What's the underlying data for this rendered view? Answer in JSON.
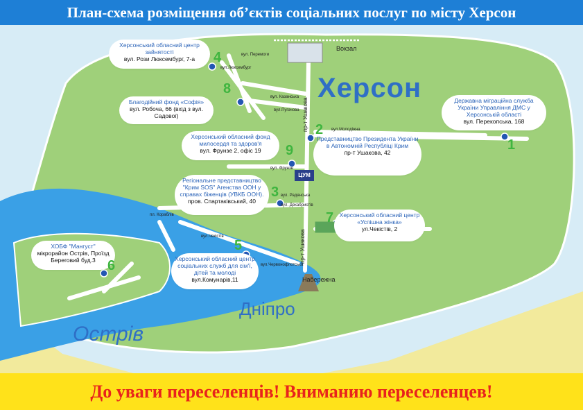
{
  "header": {
    "title": "План-схема розміщення об’єктів соціальних послуг по місту Херсон"
  },
  "footer": {
    "notice": "До уваги переселенців! Вниманию переселенцев!"
  },
  "labels": {
    "city": "Херсон",
    "river": "Дніпро",
    "island": "Острів",
    "station": "Вокзал",
    "embankment": "Набережна",
    "tsum": "ЦУМ",
    "avenue": "пр-т Ушакова"
  },
  "streets": [
    "вул. Перемоги",
    "вул.Люксембург",
    "вул. Казанська",
    "вул.Пугачова",
    "вул.Молодіжна",
    "вул. Фрунзе",
    "вул. Радянська",
    "вул. Декабристів",
    "пл. Кораблів",
    "вул.Чекістів",
    "вул.Червонофлотська"
  ],
  "objects": [
    {
      "num": "1",
      "title": "Державна міграційна служба України Управління ДМС у Херсонській області",
      "address": "вул. Перекопська, 168"
    },
    {
      "num": "2",
      "title": "Представництво Президента України в Автономній Республіці Крим",
      "address": "пр-т Ушакова, 42"
    },
    {
      "num": "3",
      "title": "Регіональне представництво \"Крим SOS\" Агенства ООН у справах біженців (УВКБ ООН).",
      "address": "пров. Спартаківський, 40"
    },
    {
      "num": "4",
      "title": "Херсонський обласний центр зайнятості",
      "address": "вул. Рози Люксембург, 7-а"
    },
    {
      "num": "5",
      "title": "Херсонський обласний центр соціальних служб для сім'ї, дітей та молоді",
      "address": "вул.Комунарів,11"
    },
    {
      "num": "6",
      "title": "ХОБФ \"Мангуст\"",
      "address": "мікрорайон Острів, Проїзд Береговий буд.3"
    },
    {
      "num": "7",
      "title": "Херсонський обласний центр «Успішна жінка»",
      "address": "ул.Чекістів, 2"
    },
    {
      "num": "8",
      "title": "Благодійний фонд «Софія»",
      "address": "вул. Робоча, 66 (вхід з вул. Садової)"
    },
    {
      "num": "9",
      "title": "Херсонський обласний фонд милосердя та здоров'я",
      "address": "вул. Фрунзе 2, офіс 19"
    }
  ],
  "colors": {
    "land": "#9fd07a",
    "water": "#3aa0e6",
    "sea": "#c9e6f3",
    "header": "#1e7fd6",
    "footer": "#ffe21a",
    "footer_text": "#e8231c",
    "number": "#3fb53f"
  }
}
